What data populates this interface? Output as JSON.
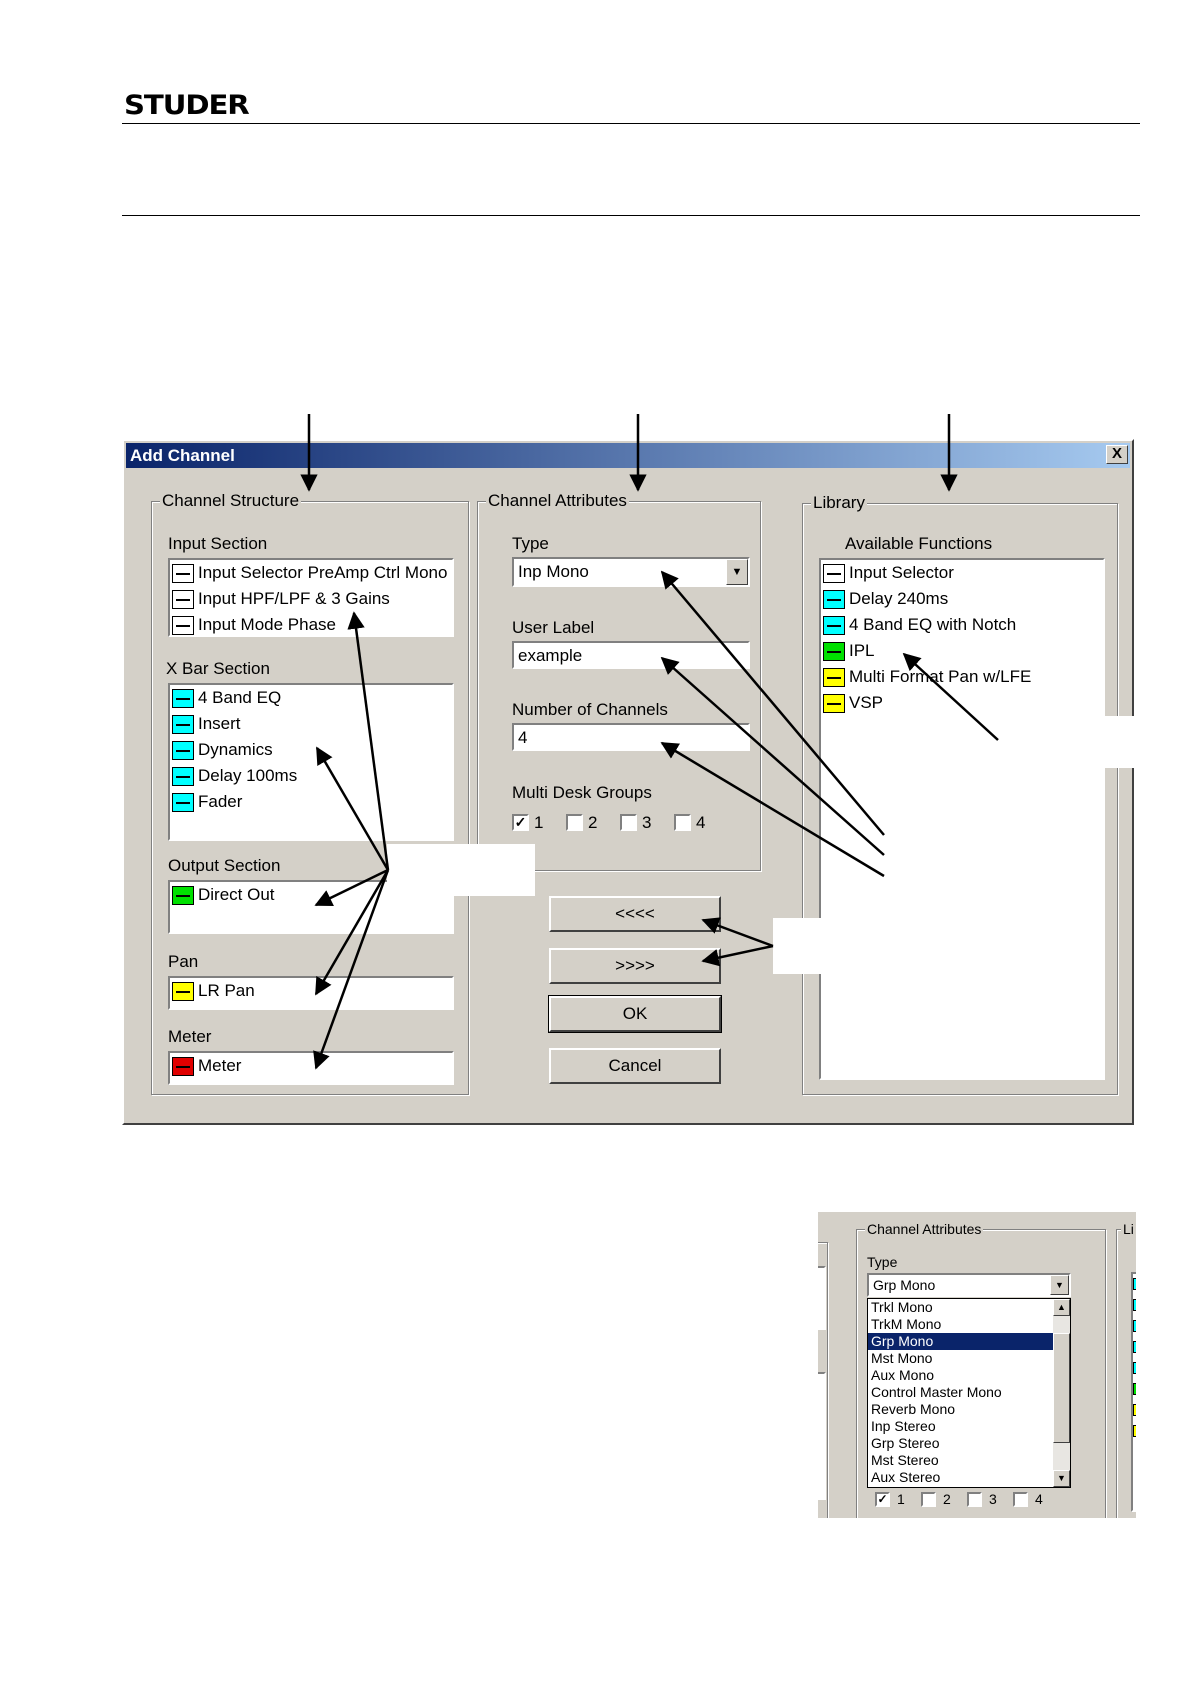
{
  "header": {
    "logo_text": "STUDER"
  },
  "dialog": {
    "title": "Add Channel",
    "close_label": "X",
    "channel_structure": {
      "title": "Channel Structure",
      "input_section": {
        "label": "Input Section",
        "items": [
          {
            "label": "Input Selector PreAmp Ctrl Mono",
            "icon": "input-selector-icon",
            "color": "#ffffff"
          },
          {
            "label": "Input HPF/LPF & 3 Gains",
            "icon": "filter-icon",
            "color": "#ffffff"
          },
          {
            "label": "Input Mode Phase",
            "icon": "phase-icon",
            "color": "#ffffff"
          }
        ]
      },
      "xbar_section": {
        "label": "X Bar Section",
        "items": [
          {
            "label": "4 Band EQ",
            "icon": "eq-icon",
            "color": "#00ffff"
          },
          {
            "label": "Insert",
            "icon": "insert-icon",
            "color": "#00ffff"
          },
          {
            "label": "Dynamics",
            "icon": "dynamics-icon",
            "color": "#00ffff"
          },
          {
            "label": "Delay 100ms",
            "icon": "delay-icon",
            "color": "#00ffff"
          },
          {
            "label": "Fader",
            "icon": "fader-icon",
            "color": "#00ffff"
          }
        ]
      },
      "output_section": {
        "label": "Output Section",
        "items": [
          {
            "label": "Direct Out",
            "icon": "direct-out-icon",
            "color": "#00e000"
          }
        ]
      },
      "pan": {
        "label": "Pan",
        "items": [
          {
            "label": "LR Pan",
            "icon": "pan-icon",
            "color": "#ffff00"
          }
        ]
      },
      "meter": {
        "label": "Meter",
        "items": [
          {
            "label": "Meter",
            "icon": "meter-icon",
            "color": "#e00000"
          }
        ]
      }
    },
    "channel_attributes": {
      "title": "Channel Attributes",
      "type_label": "Type",
      "type_value": "Inp Mono",
      "user_label_label": "User Label",
      "user_label_value": "example",
      "num_channels_label": "Number of Channels",
      "num_channels_value": "4",
      "groups_label": "Multi Desk Groups",
      "groups": [
        {
          "label": "1",
          "checked": true
        },
        {
          "label": "2",
          "checked": false
        },
        {
          "label": "3",
          "checked": false
        },
        {
          "label": "4",
          "checked": false
        }
      ]
    },
    "buttons": {
      "remove_label": "<<<<",
      "add_label": ">>>>",
      "ok_label": "OK",
      "cancel_label": "Cancel"
    },
    "library": {
      "title": "Library",
      "available_label": "Available Functions",
      "items": [
        {
          "label": "Input Selector",
          "icon": "input-selector-icon",
          "color": "#ffffff"
        },
        {
          "label": "Delay 240ms",
          "icon": "delay-icon",
          "color": "#00ffff"
        },
        {
          "label": "4 Band EQ with Notch",
          "icon": "eq-icon",
          "color": "#00ffff"
        },
        {
          "label": "IPL",
          "icon": "ipl-icon",
          "color": "#00e000"
        },
        {
          "label": "Multi Format Pan w/LFE",
          "icon": "multi-pan-icon",
          "color": "#ffff00"
        },
        {
          "label": "VSP",
          "icon": "vsp-icon",
          "color": "#ffff00"
        }
      ]
    }
  },
  "inset": {
    "group_title": "Channel Attributes",
    "right_group_title_fragment": "Li",
    "type_label": "Type",
    "type_value": "Grp Mono",
    "options": [
      "Trkl Mono",
      "TrkM Mono",
      "Grp Mono",
      "Mst Mono",
      "Aux Mono",
      "Control Master Mono",
      "Reverb Mono",
      "Inp Stereo",
      "Grp Stereo",
      "Mst Stereo",
      "Aux Stereo"
    ],
    "selected_option": "Grp Mono",
    "groups": [
      {
        "label": "1",
        "checked": true
      },
      {
        "label": "2",
        "checked": false
      },
      {
        "label": "3",
        "checked": false
      },
      {
        "label": "4",
        "checked": false
      }
    ]
  }
}
